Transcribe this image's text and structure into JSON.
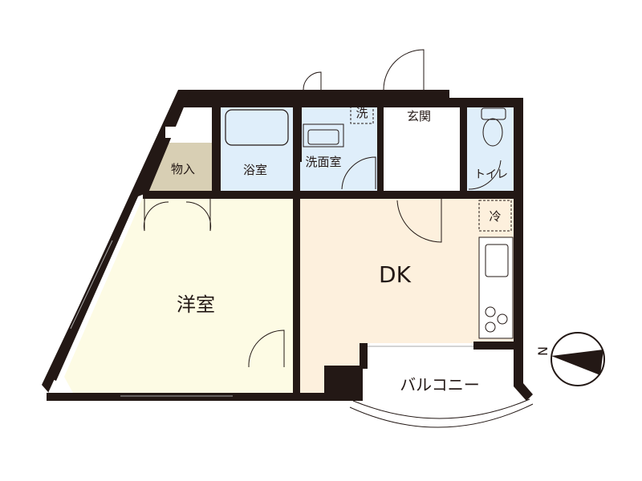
{
  "rooms": {
    "storage": "物入",
    "bathroom": "浴室",
    "washroom": "洗面室",
    "entrance": "玄関",
    "toilet": "トイレ",
    "western_room": "洋室",
    "dk": "DK",
    "balcony": "バルコニー",
    "washer": "洗",
    "fridge": "冷"
  },
  "compass": {
    "north_label": "N",
    "icon": "compass-icon"
  },
  "colors": {
    "wall": "#231815",
    "storage_fill": "#d8cfb4",
    "wet_fill": "#dfeefa",
    "western_fill": "#fdfbe4",
    "dk_fill": "#fdf0dd"
  }
}
